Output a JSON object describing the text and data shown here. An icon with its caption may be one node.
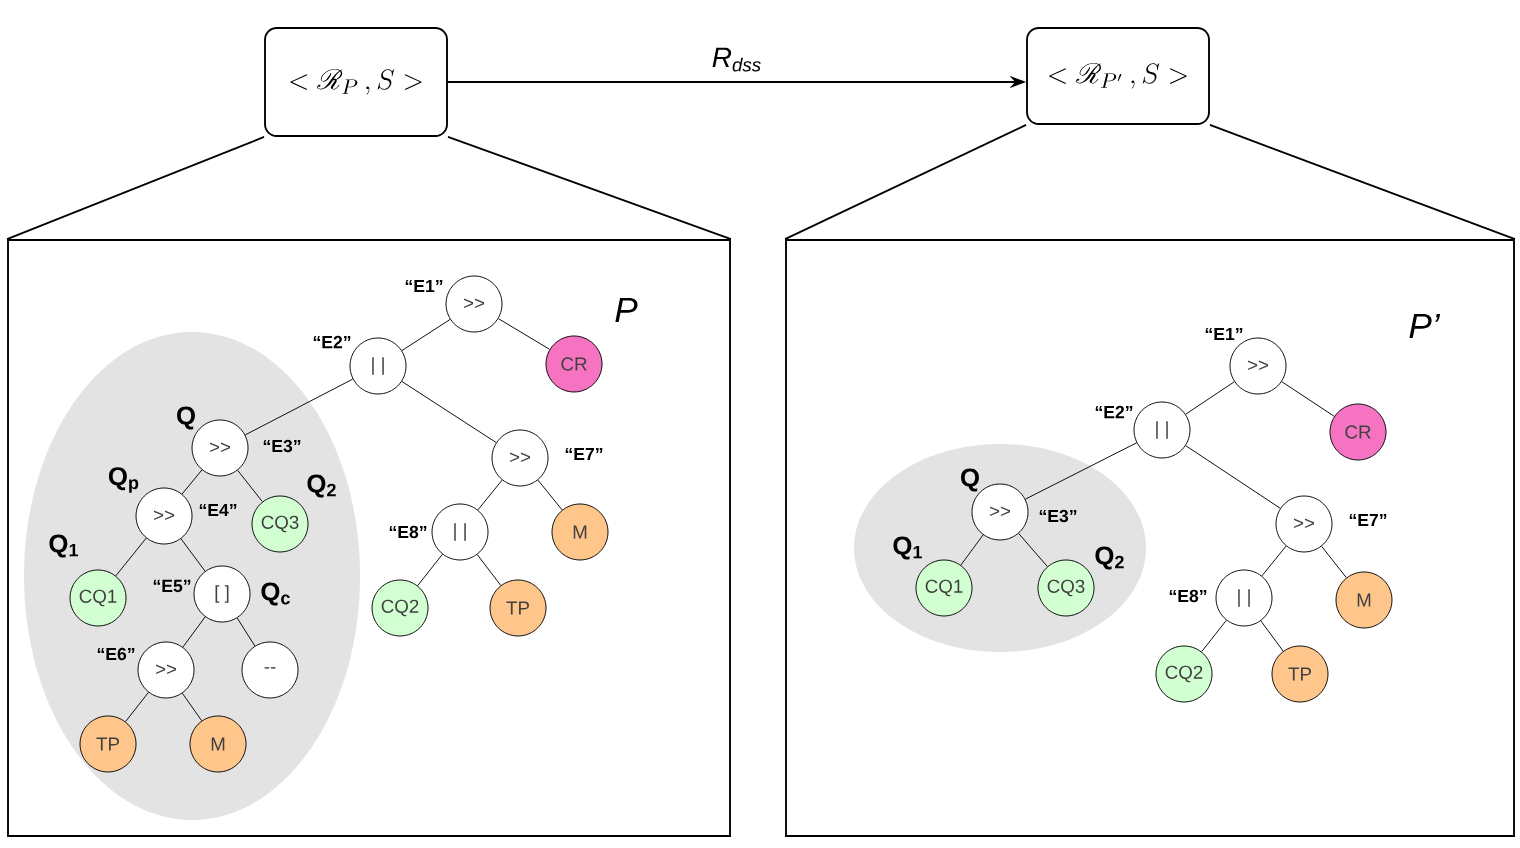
{
  "diagram": {
    "nodes": [
      {
        "text": [
          "<\\mathscr{R}_{P}\\,, S>"
        ]
      },
      {
        "text": [
          "<\\mathscr{R}_{P'}\\,, S>"
        ]
      },
      {
        "text": [
          "P"
        ]
      },
      {
        "text": [],
        "shape": "ellipse",
        "in": 2
      },
      {
        "text": [
          ">>"
        ],
        "beside": [
          "“E1”"
        ],
        "in": 2
      },
      {
        "text": [
          "| |"
        ],
        "beside": [
          "“E2”"
        ],
        "in": 2
      },
      {
        "text": [
          "CR"
        ],
        "in": 2
      },
      {
        "text": [
          ">>"
        ],
        "beside": [
          "Q",
          "“E3”"
        ],
        "in": 3
      },
      {
        "text": [
          ">>"
        ],
        "beside": [
          "Q$_{p}$",
          "“E4”"
        ],
        "in": 3
      },
      {
        "text": [
          "CQ3"
        ],
        "beside": [
          "Q$_{2}$"
        ],
        "in": 3
      },
      {
        "text": [
          "CQ1"
        ],
        "beside": [
          "Q$_{1}$"
        ],
        "in": 3
      },
      {
        "text": [
          "[ ]"
        ],
        "beside": [
          "“E5”",
          "Q$_{c}$"
        ],
        "in": 3
      },
      {
        "text": [
          ">>"
        ],
        "beside": [
          "“E6”"
        ],
        "in": 3
      },
      {
        "text": [
          "--"
        ],
        "in": 3
      },
      {
        "text": [
          "TP"
        ],
        "in": 3
      },
      {
        "text": [
          "M"
        ],
        "in": 3
      },
      {
        "text": [
          ">>"
        ],
        "beside": [
          "“E7”"
        ],
        "in": 2
      },
      {
        "text": [
          "| |"
        ],
        "beside": [
          "“E8”"
        ],
        "in": 2
      },
      {
        "text": [
          "M"
        ],
        "in": 2
      },
      {
        "text": [
          "CQ2"
        ],
        "in": 2
      },
      {
        "text": [
          "TP"
        ],
        "in": 2
      },
      {
        "text": [
          "P’"
        ]
      },
      {
        "text": [],
        "shape": "ellipse",
        "in": 21
      },
      {
        "text": [
          ">>"
        ],
        "beside": [
          "“E1”"
        ],
        "in": 21
      },
      {
        "text": [
          "| |"
        ],
        "beside": [
          "“E2”"
        ],
        "in": 21
      },
      {
        "text": [
          "CR"
        ],
        "in": 21
      },
      {
        "text": [
          ">>"
        ],
        "beside": [
          "Q",
          "“E3”"
        ],
        "in": 22
      },
      {
        "text": [
          "CQ1"
        ],
        "beside": [
          "Q$_{1}$"
        ],
        "in": 22
      },
      {
        "text": [
          "CQ3"
        ],
        "beside": [
          "Q$_{2}$"
        ],
        "in": 22
      },
      {
        "text": [
          ">>"
        ],
        "beside": [
          "“E7”"
        ],
        "in": 21
      },
      {
        "text": [
          "| |"
        ],
        "beside": [
          "“E8”"
        ],
        "in": 21
      },
      {
        "text": [
          "M"
        ],
        "in": 21
      },
      {
        "text": [
          "CQ2"
        ],
        "in": 21
      },
      {
        "text": [
          "TP"
        ],
        "in": 21
      }
    ],
    "edges": [
      {
        "from": 0,
        "to": 1,
        "arrow": "to",
        "label": "R$_{dss}$"
      },
      {
        "from": 0,
        "to": 2,
        "arrow": "none"
      },
      {
        "from": 0,
        "to": 2,
        "arrow": "none"
      },
      {
        "from": 1,
        "to": 21,
        "arrow": "none"
      },
      {
        "from": 1,
        "to": 21,
        "arrow": "none"
      },
      {
        "from": 4,
        "to": 5,
        "arrow": "none"
      },
      {
        "from": 4,
        "to": 6,
        "arrow": "none"
      },
      {
        "from": 5,
        "to": 7,
        "arrow": "none"
      },
      {
        "from": 5,
        "to": 16,
        "arrow": "none"
      },
      {
        "from": 7,
        "to": 8,
        "arrow": "none"
      },
      {
        "from": 7,
        "to": 9,
        "arrow": "none"
      },
      {
        "from": 8,
        "to": 10,
        "arrow": "none"
      },
      {
        "from": 8,
        "to": 11,
        "arrow": "none"
      },
      {
        "from": 11,
        "to": 12,
        "arrow": "none"
      },
      {
        "from": 11,
        "to": 13,
        "arrow": "none"
      },
      {
        "from": 12,
        "to": 14,
        "arrow": "none"
      },
      {
        "from": 12,
        "to": 15,
        "arrow": "none"
      },
      {
        "from": 16,
        "to": 17,
        "arrow": "none"
      },
      {
        "from": 16,
        "to": 18,
        "arrow": "none"
      },
      {
        "from": 17,
        "to": 19,
        "arrow": "none"
      },
      {
        "from": 17,
        "to": 20,
        "arrow": "none"
      },
      {
        "from": 23,
        "to": 24,
        "arrow": "none"
      },
      {
        "from": 23,
        "to": 25,
        "arrow": "none"
      },
      {
        "from": 24,
        "to": 26,
        "arrow": "none"
      },
      {
        "from": 24,
        "to": 29,
        "arrow": "none"
      },
      {
        "from": 26,
        "to": 27,
        "arrow": "none"
      },
      {
        "from": 26,
        "to": 28,
        "arrow": "none"
      },
      {
        "from": 29,
        "to": 30,
        "arrow": "none"
      },
      {
        "from": 29,
        "to": 31,
        "arrow": "none"
      },
      {
        "from": 30,
        "to": 32,
        "arrow": "none"
      },
      {
        "from": 30,
        "to": 33,
        "arrow": "none"
      }
    ]
  }
}
